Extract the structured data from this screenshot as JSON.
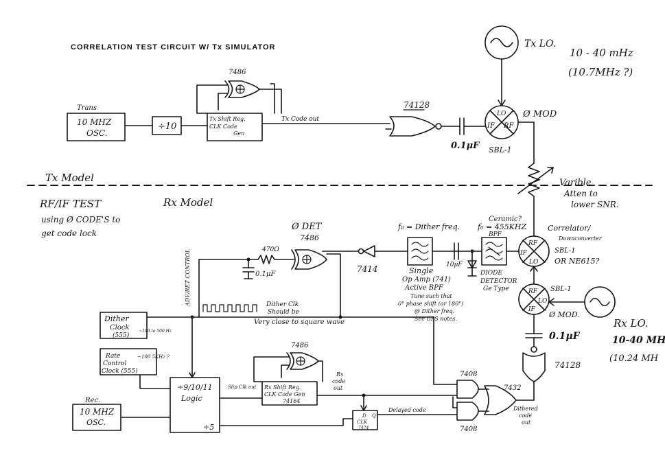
{
  "title": "CORRELATION TEST CIRCUIT W/ Tx SIMULATOR",
  "sections": {
    "tx_model": "Tx Model",
    "rx_model": "Rx Model",
    "rf_if_test": "RF/IF TEST",
    "rf_if_test_note_1": "using Ø CODE'S to",
    "rf_if_test_note_2": "get code lock"
  },
  "tx": {
    "osc_label_top": "Trans",
    "osc_line1": "10 MHZ",
    "osc_line2": "OSC.",
    "divider": "÷10",
    "xor_chip": "7486",
    "shift_reg_line1": "Tx   Shift Reg.",
    "shift_reg_line2": "CLK   Code",
    "shift_reg_line3": "Gen",
    "code_out": "Tx Code out",
    "nor_chip": "74128",
    "cap": "0.1μF",
    "mixer_lo": "LO",
    "mixer_if": "IF",
    "mixer_rf": "RF",
    "mixer_part": "SBL-1",
    "mod_label": "Ø MOD",
    "lo_label": "Tx LO.",
    "lo_freq": "10 - 40 mHz",
    "lo_freq_note": "(10.7MHz ?)"
  },
  "atten": {
    "line1": "Varible",
    "line2": "Atten to",
    "line3": "lower SNR."
  },
  "rx": {
    "phase_det_label": "Ø DET",
    "xor_chip": "7486",
    "resistor": "470Ω",
    "cap": "0.1μF",
    "adv_ret": "ADV/RET CONTROL",
    "inverter_chip": "7414",
    "f0_dither": "f₀ = Dither freq.",
    "bpf_active_1": "Single",
    "bpf_active_2": "Op Amp (741)",
    "bpf_active_3": "Active BPF",
    "bpf_note_1": "Tune such that",
    "bpf_note_2": "0° phase shift (or 180°)",
    "bpf_note_3": "@ Dither freq.",
    "bpf_note_4": "See GPS notes.",
    "detector_cap": "10μF",
    "detector_1": "DIODE",
    "detector_2": "DETECTOR",
    "detector_3": "Ge Type",
    "ceramic": "Ceramic?",
    "f0_455": "f₀ = 455KHZ",
    "bpf_label": "BPF",
    "correlator_1": "Correlator/",
    "correlator_2": "Downconverter",
    "sbl1_a": "SBL-1",
    "or_ne615": "OR NE615?",
    "mixer2_rf": "RF",
    "mixer2_if": "IF",
    "mixer2_lo": "LO",
    "sbl1_b": "SBL-1",
    "mod_b": "Ø MOD.",
    "cap_b": "0.1μF",
    "lo_label": "Rx LO.",
    "lo_freq": "10-40 MH",
    "lo_freq_note": "(10.24 MH",
    "nor_chip": "74128",
    "dither_clk_1": "Dither",
    "dither_clk_2": "Clock",
    "dither_clk_3": "(555)",
    "dither_freq": "~100 to 500 Hz",
    "dither_wave_1": "Dither Clk",
    "dither_wave_2": "Should be",
    "dither_wave_3": "Very close to square wave",
    "rate_ctrl_1": "Rate",
    "rate_ctrl_2": "Control",
    "rate_ctrl_3": "Clock (555)",
    "rate_ctrl_freq": "~100 5KHz ?",
    "rec_label": "Rec.",
    "rec_osc_1": "10 MHZ",
    "rec_osc_2": "OSC.",
    "logic_1": "÷9/10/11",
    "logic_2": "Logic",
    "logic_3": "÷5",
    "slip_clk": "Slip Clk out",
    "xor3_chip": "7486",
    "shift_reg_1": "Rx   Shift Reg.",
    "shift_reg_2": "CLK   Code Gen",
    "shift_reg_3": "74164",
    "rx_code_out_1": "Rx",
    "rx_code_out_2": "code",
    "rx_code_out_3": "out",
    "dff_chip": "7474",
    "dff_d": "D",
    "dff_q": "Q",
    "dff_clk": "CLK",
    "delayed_code": "Delayed code",
    "and_top": "7408",
    "and_bot": "7408",
    "or_chip": "7432",
    "dithered_1": "Dithered",
    "dithered_2": "code",
    "dithered_3": "out"
  }
}
